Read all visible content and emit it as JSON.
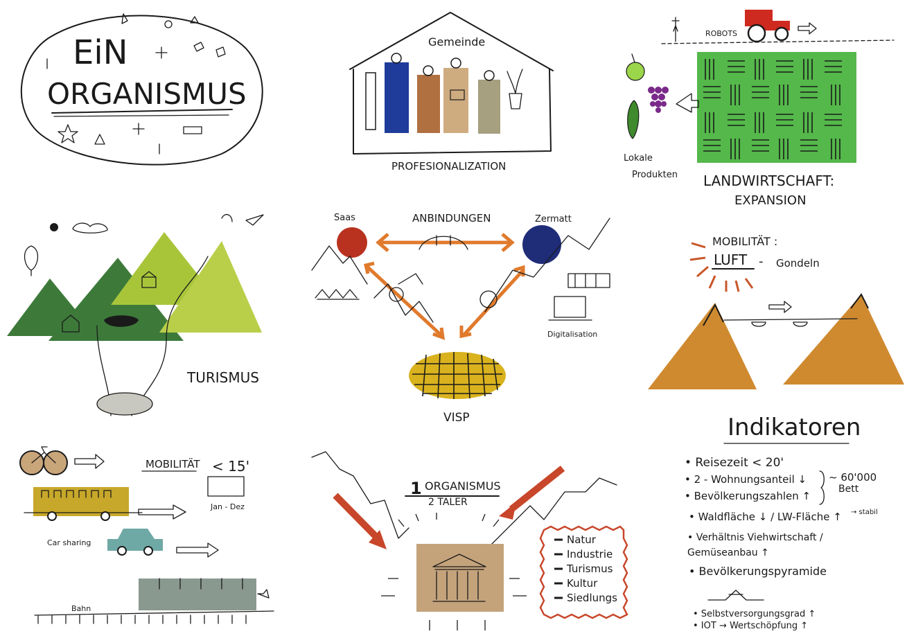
{
  "panel_organismus": {
    "line1": "EiN",
    "line2": "ORGANISMUS"
  },
  "panel_gemeinde": {
    "roof_label": "Gemeinde",
    "caption": "PROFESIONALIZATION"
  },
  "panel_landwirtschaft": {
    "robots_label": "ROBOTS",
    "lokale_label_1": "Lokale",
    "lokale_label_2": "Produkten",
    "caption_1": "LANDWIRTSCHAFT:",
    "caption_2": "EXPANSION"
  },
  "panel_tourismus": {
    "caption": "TURISMUS"
  },
  "panel_anbindungen": {
    "left_label": "Saas",
    "center_label": "ANBINDUNGEN",
    "right_label": "Zermatt",
    "digital_label": "Digitalisation",
    "bottom_label": "VISP"
  },
  "panel_mobilitaet_luft": {
    "title": "MOBILITÄT :",
    "luft": "LUFT",
    "dash": "-",
    "gondeln": "Gondeln"
  },
  "panel_mobilitaet": {
    "title": "MOBILITÄT",
    "time": "< 15'",
    "calendar": "Jan - Dez",
    "car_sharing": "Car sharing",
    "bahn": "Bahn"
  },
  "panel_one_organismus": {
    "title_num": "1",
    "title_word": "ORGANISMUS",
    "subtitle": "2 TALER",
    "list": [
      "Natur",
      "Industrie",
      "Turismus",
      "Kultur",
      "Siedlungs"
    ]
  },
  "panel_indikatoren": {
    "title": "Indikatoren",
    "items": [
      "• Reisezeit < 20'",
      "• 2 - Wohnungsanteil ↓",
      "• Bevölkerungszahlen ↑",
      "• Waldfläche ↓ / LW-Fläche ↑",
      "• Verhältnis Viehwirtschaft /",
      "  Gemüseanbau ↑",
      "• Bevölkerungspyramide",
      "• Selbstversorgungsgrad ↑",
      "• IOT → Wertschöpfung ↑"
    ],
    "brace_note_1": "~ 60'000",
    "brace_note_2": "Bett",
    "stabil": "→ stabil"
  },
  "colors": {
    "green_field": "#54b84a",
    "tractor_red": "#cf2a20",
    "dark_blue": "#1f2c78",
    "saas_red": "#b8321f",
    "orange_arrow": "#e07a2c",
    "visp_yellow": "#d9b21e",
    "mountain_brown": "#cf8a30",
    "bus_yellow": "#c8a82a",
    "car_teal": "#6fa9a6",
    "train_grey": "#8a9990",
    "building_tan": "#c4a37b",
    "dark_green": "#3d7a3a",
    "lime_green": "#a8c53a"
  }
}
